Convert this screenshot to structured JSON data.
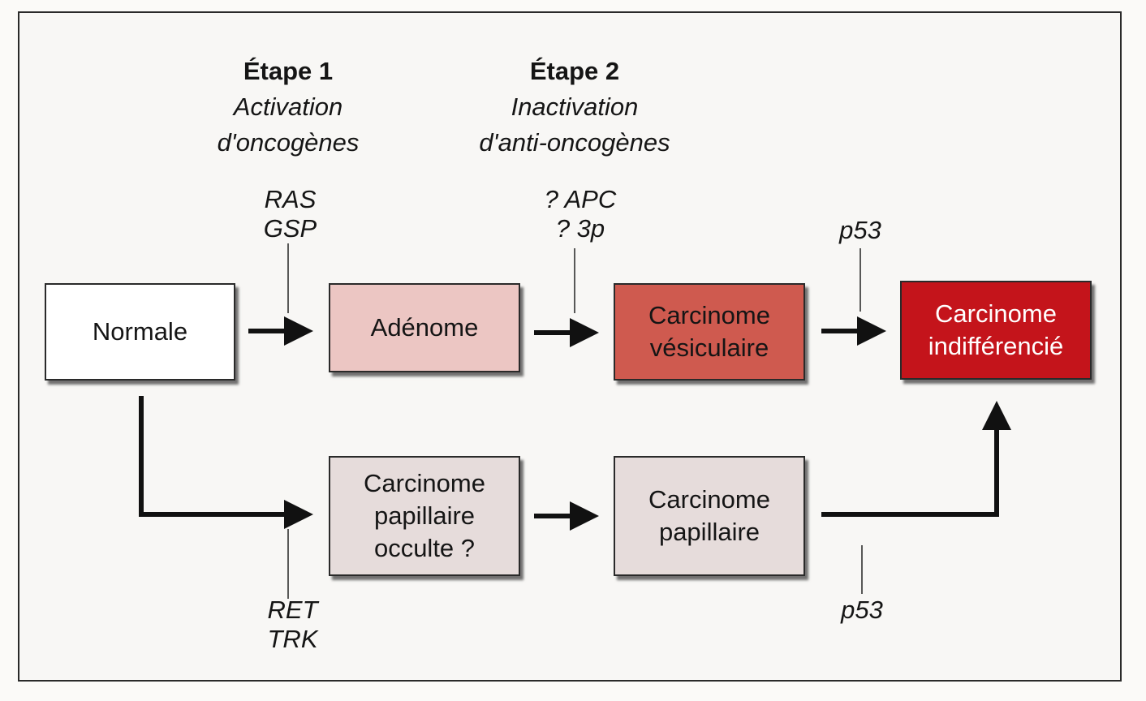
{
  "steps": [
    {
      "title": "Étape 1",
      "description": "Activation\nd'oncogènes"
    },
    {
      "title": "Étape 2",
      "description": "Inactivation\nd'anti-oncogènes"
    }
  ],
  "genes": {
    "step1_top": "RAS\nGSP",
    "step2_top": "? APC\n? 3p",
    "p53_top": "p53",
    "step1_bottom": "RET\nTRK",
    "p53_bottom": "p53"
  },
  "boxes": {
    "normale": "Normale",
    "adenome": "Adénome",
    "carcinome_vesiculaire": "Carcinome\nvésiculaire",
    "carcinome_indifferencie": "Carcinome\nindifférencié",
    "carcinome_papillaire_occulte": "Carcinome\npapillaire\nocculte ?",
    "carcinome_papillaire": "Carcinome\npapillaire"
  },
  "colors": {
    "normale": "#ffffff",
    "adenome": "#ecc6c3",
    "carcinome_vesiculaire": "#cf5a4f",
    "carcinome_indifferencie": "#c4141b",
    "papillaire": "#e6dcdb"
  }
}
